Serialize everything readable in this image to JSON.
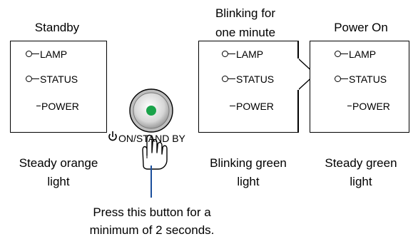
{
  "states": [
    {
      "title": "Standby",
      "caption_line1": "Steady orange",
      "caption_line2": "light",
      "power_color": "#f29a2e"
    },
    {
      "title_line1": "Blinking for",
      "title_line2": "one minute",
      "caption_line1": "Blinking green",
      "caption_line2": "light",
      "power_color": "#2e9e5b"
    },
    {
      "title": "Power On",
      "caption_line1": "Steady green",
      "caption_line2": "light",
      "power_color": "#2e9e5b"
    }
  ],
  "indicators": {
    "lamp": "LAMP",
    "status": "STATUS",
    "power": "POWER"
  },
  "button": {
    "label": "ON/STAND BY",
    "led_color": "#1aa34a"
  },
  "instruction": {
    "line1": "Press this button for a",
    "line2": "minimum of 2 seconds."
  }
}
